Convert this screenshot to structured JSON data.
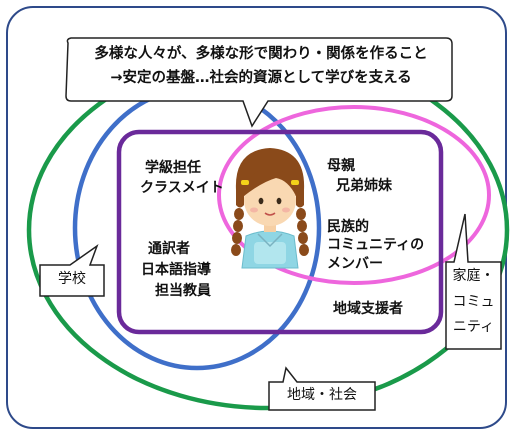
{
  "speech_bubble": {
    "line1": "多様な人々が、多様な形で関わり・関係を作ること",
    "line2": "→安定の基盤…社会的資源として学びを支える"
  },
  "school_group": {
    "line1": "学級担任",
    "line2": "クラスメイト",
    "line3": "通訳者",
    "line4": "日本語指導",
    "line5": "担当教員"
  },
  "family_group": {
    "line1": "母親",
    "line2": "兄弟姉妹",
    "line3": "民族的",
    "line4": "コミュニティの",
    "line5": "メンバー"
  },
  "community_supporter": "地域支援者",
  "callouts": {
    "school": "学校",
    "family_line1": "家庭・",
    "family_line2": "コミュ",
    "family_line3": "ニティ",
    "community": "地域・社会"
  },
  "colors": {
    "outer_frame": "#2e4a8a",
    "community_ellipse": "#1a9a4a",
    "school_ellipse": "#3f6fc9",
    "family_ellipse": "#ee66dd",
    "child_frame": "#6a2a9a"
  }
}
